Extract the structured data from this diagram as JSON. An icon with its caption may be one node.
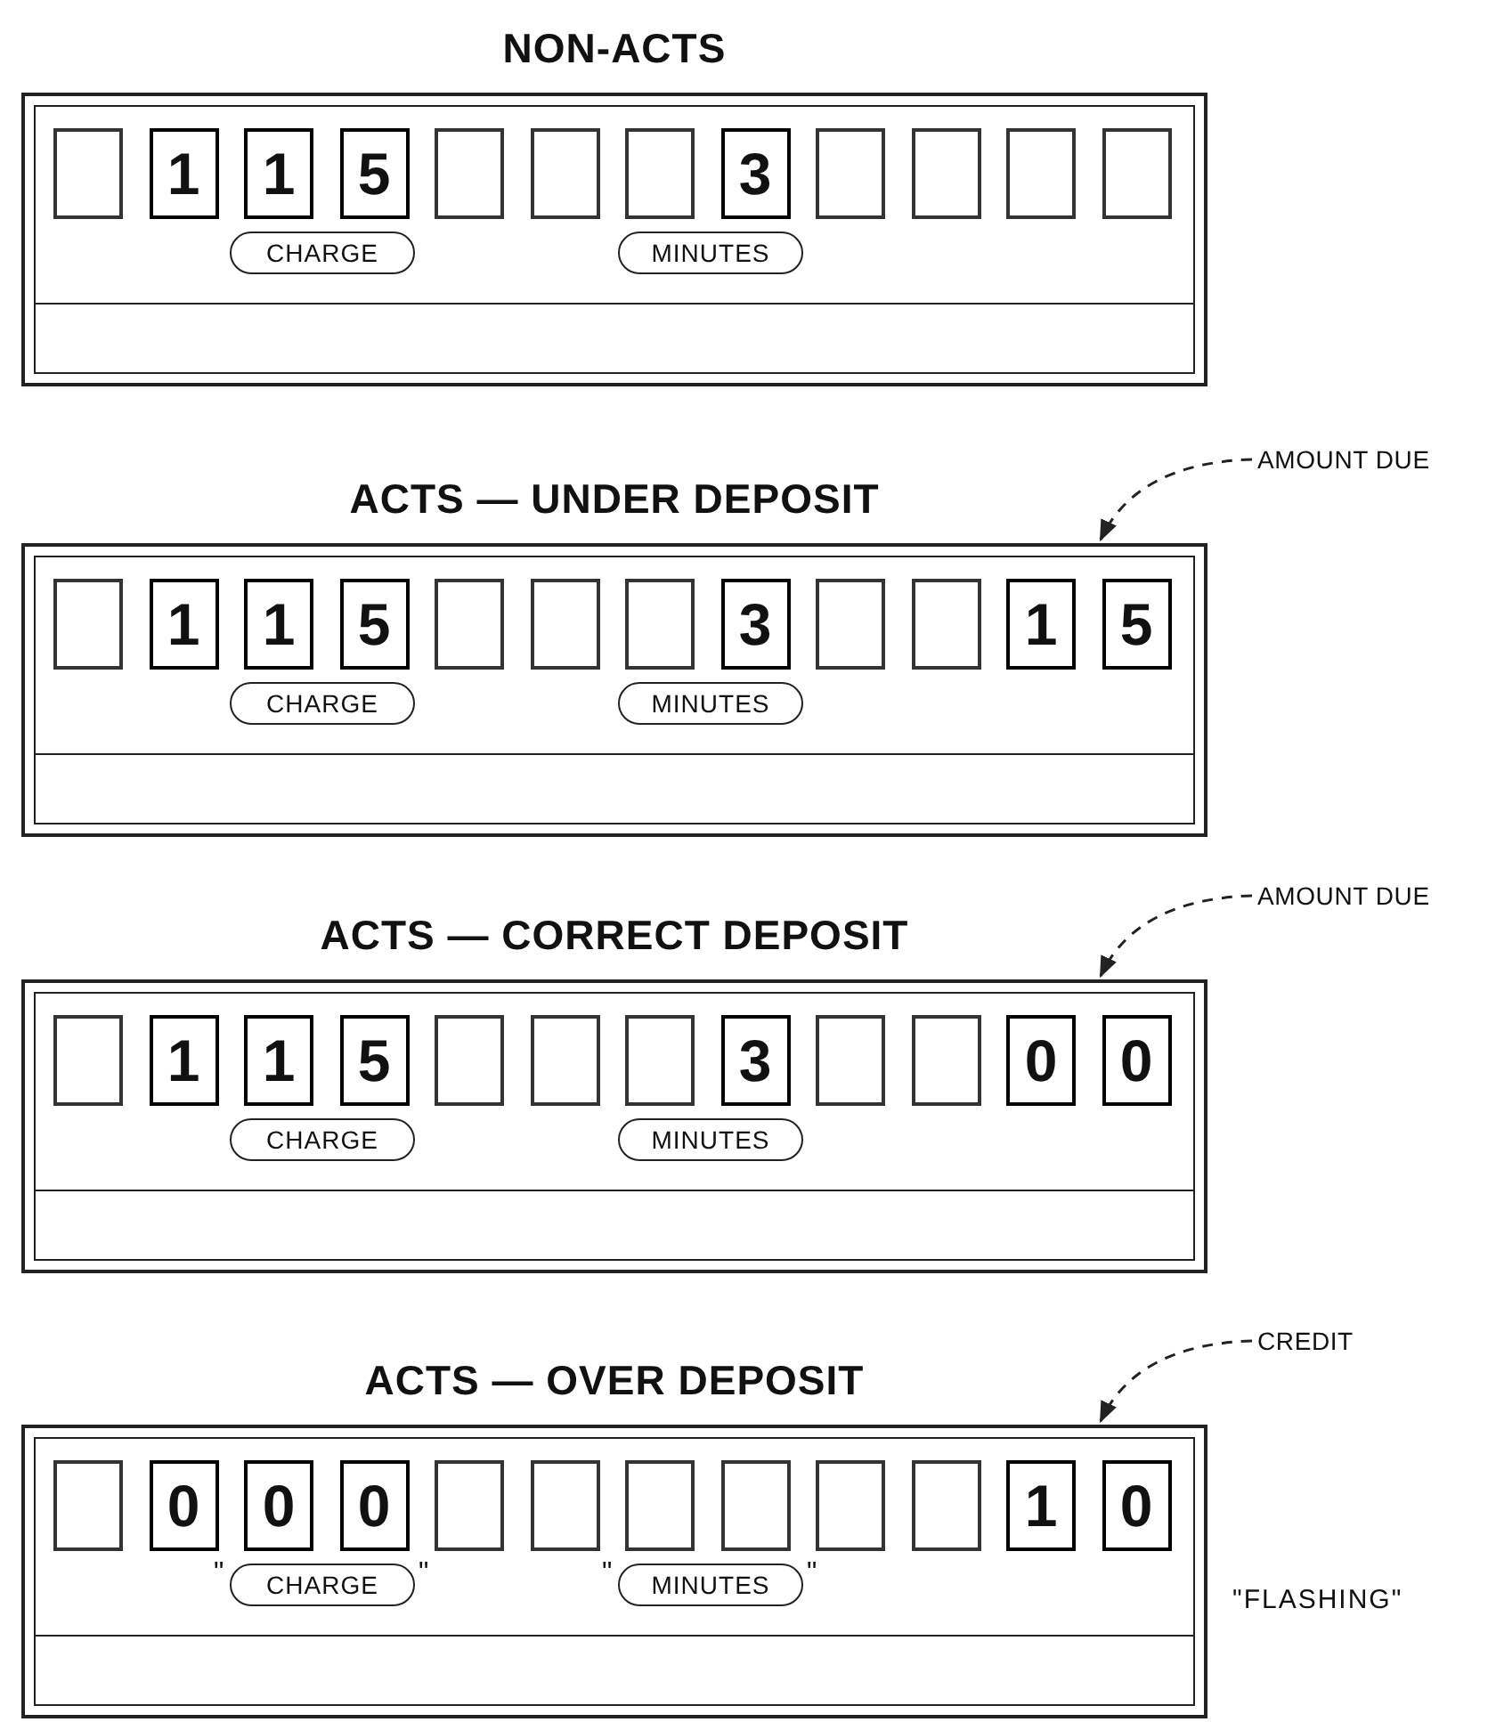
{
  "diagram": {
    "nodes": [
      {
        "text": [
          "NON-ACTS"
        ]
      },
      {
        "text": [],
        "shape": "box",
        "in": 0
      },
      {
        "text": [
          "1"
        ],
        "in": 0
      },
      {
        "text": [
          "1"
        ],
        "in": 0
      },
      {
        "text": [
          "5"
        ],
        "in": 0
      },
      {
        "text": [],
        "shape": "box",
        "in": 0
      },
      {
        "text": [],
        "shape": "box",
        "in": 0
      },
      {
        "text": [],
        "shape": "box",
        "in": 0
      },
      {
        "text": [
          "3"
        ],
        "in": 0
      },
      {
        "text": [],
        "shape": "box",
        "in": 0
      },
      {
        "text": [],
        "shape": "box",
        "in": 0
      },
      {
        "text": [],
        "shape": "box",
        "in": 0
      },
      {
        "text": [],
        "shape": "box",
        "in": 0
      },
      {
        "text": [
          "CHARGE"
        ],
        "in": 0
      },
      {
        "text": [
          "MINUTES"
        ],
        "in": 0
      },
      {
        "text": [
          "AMOUNT DUE"
        ]
      },
      {
        "text": [
          "ACTS — UNDER DEPOSIT"
        ]
      },
      {
        "text": [],
        "shape": "box",
        "in": 16
      },
      {
        "text": [
          "1"
        ],
        "in": 16
      },
      {
        "text": [
          "1"
        ],
        "in": 16
      },
      {
        "text": [
          "5"
        ],
        "in": 16
      },
      {
        "text": [],
        "shape": "box",
        "in": 16
      },
      {
        "text": [],
        "shape": "box",
        "in": 16
      },
      {
        "text": [],
        "shape": "box",
        "in": 16
      },
      {
        "text": [
          "3"
        ],
        "in": 16
      },
      {
        "text": [],
        "shape": "box",
        "in": 16
      },
      {
        "text": [],
        "shape": "box",
        "in": 16
      },
      {
        "text": [
          "1"
        ],
        "in": 16
      },
      {
        "text": [
          "5"
        ],
        "in": 16
      },
      {
        "text": [
          "CHARGE"
        ],
        "in": 16
      },
      {
        "text": [
          "MINUTES"
        ],
        "in": 16
      },
      {
        "text": [
          "AMOUNT DUE"
        ]
      },
      {
        "text": [
          "ACTS — CORRECT DEPOSIT"
        ]
      },
      {
        "text": [],
        "shape": "box",
        "in": 32
      },
      {
        "text": [
          "1"
        ],
        "in": 32
      },
      {
        "text": [
          "1"
        ],
        "in": 32
      },
      {
        "text": [
          "5"
        ],
        "in": 32
      },
      {
        "text": [],
        "shape": "box",
        "in": 32
      },
      {
        "text": [],
        "shape": "box",
        "in": 32
      },
      {
        "text": [],
        "shape": "box",
        "in": 32
      },
      {
        "text": [
          "3"
        ],
        "in": 32
      },
      {
        "text": [],
        "shape": "box",
        "in": 32
      },
      {
        "text": [],
        "shape": "box",
        "in": 32
      },
      {
        "text": [
          "0"
        ],
        "in": 32
      },
      {
        "text": [
          "0"
        ],
        "in": 32
      },
      {
        "text": [
          "CHARGE"
        ],
        "in": 32
      },
      {
        "text": [
          "MINUTES"
        ],
        "in": 32
      },
      {
        "text": [
          "CREDIT"
        ]
      },
      {
        "text": [
          "ACTS — OVER DEPOSIT"
        ],
        "beside": [
          "\"FLASHING\""
        ]
      },
      {
        "text": [],
        "shape": "box",
        "in": 48
      },
      {
        "text": [
          "0"
        ],
        "in": 48
      },
      {
        "text": [
          "0"
        ],
        "in": 48
      },
      {
        "text": [
          "0"
        ],
        "in": 48
      },
      {
        "text": [],
        "shape": "box",
        "in": 48
      },
      {
        "text": [],
        "shape": "box",
        "in": 48
      },
      {
        "text": [],
        "shape": "box",
        "in": 48
      },
      {
        "text": [],
        "shape": "box",
        "in": 48
      },
      {
        "text": [],
        "shape": "box",
        "in": 48
      },
      {
        "text": [],
        "shape": "box",
        "in": 48
      },
      {
        "text": [
          "1"
        ],
        "in": 48
      },
      {
        "text": [
          "0"
        ],
        "in": 48
      },
      {
        "text": [
          "CHARGE"
        ],
        "in": 48,
        "beside": [
          "\"",
          "\""
        ]
      },
      {
        "text": [
          "MINUTES"
        ],
        "in": 48,
        "beside": [
          "\"",
          "\""
        ]
      }
    ],
    "edges": [
      {
        "from": 15,
        "to": 16,
        "arrow": "to",
        "style": "dashed"
      },
      {
        "from": 31,
        "to": 32,
        "arrow": "to",
        "style": "dashed"
      },
      {
        "from": 47,
        "to": 48,
        "arrow": "to",
        "style": "dashed"
      }
    ]
  }
}
